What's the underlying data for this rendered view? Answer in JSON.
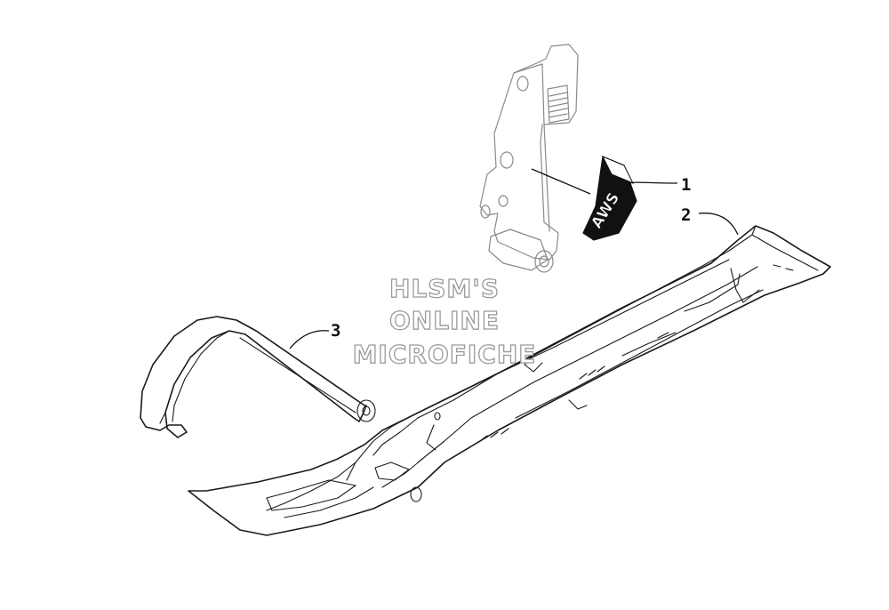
{
  "callouts": [
    {
      "id": "1",
      "label": "1"
    },
    {
      "id": "2",
      "label": "2"
    },
    {
      "id": "3",
      "label": "3"
    }
  ],
  "decal": {
    "text": "AWS"
  },
  "watermark": {
    "line1": "HLSM'S",
    "line2": "ONLINE",
    "line3": "MICROFICHE",
    "color": "#9a9a9a"
  }
}
